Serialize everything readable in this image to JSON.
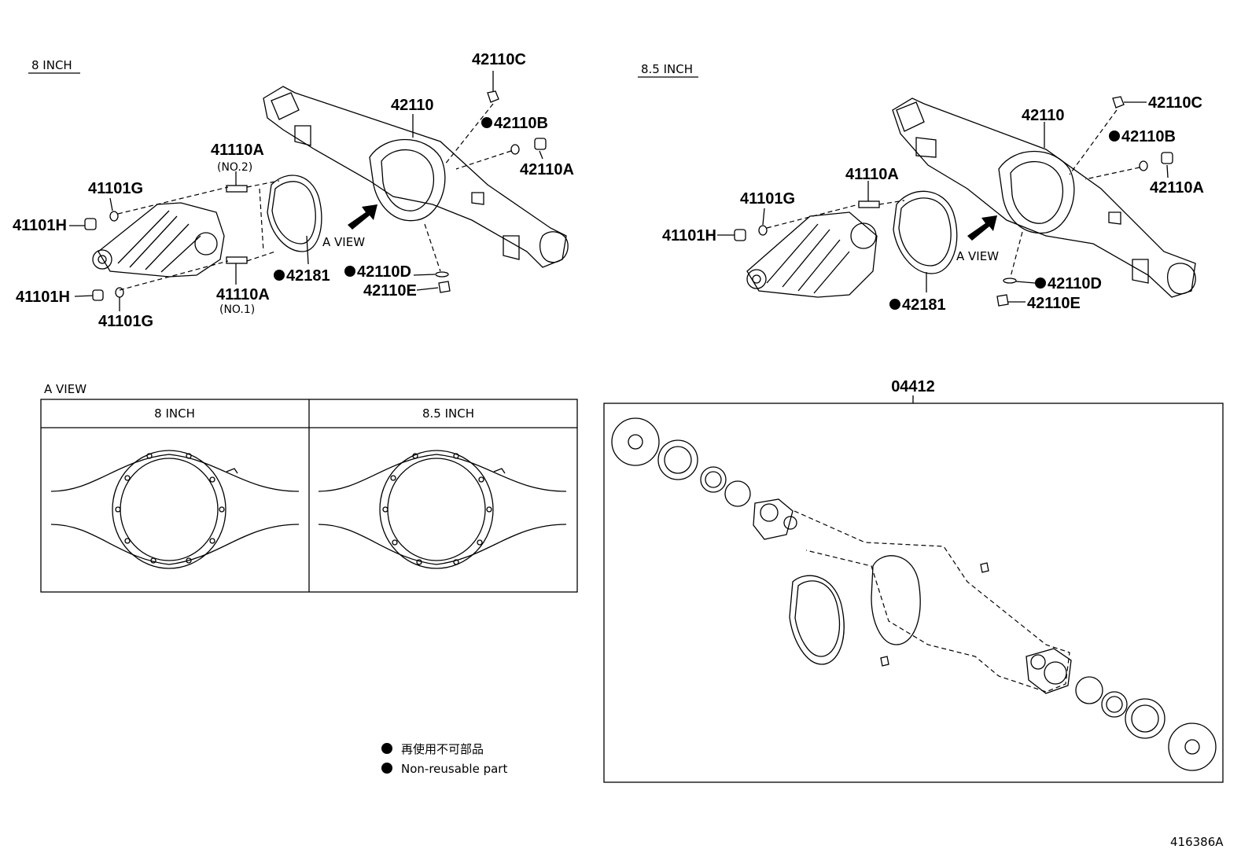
{
  "sections": {
    "left_title": "8 INCH",
    "right_title": "8.5 INCH",
    "a_view_title": "A VIEW",
    "a_view_arrow_left": "A VIEW",
    "a_view_arrow_right": "A VIEW",
    "kit_number": "04412"
  },
  "a_view_table": {
    "col1": "8 INCH",
    "col2": "8.5 INCH"
  },
  "left_labels": {
    "p42110C": "42110C",
    "p42110": "42110",
    "p42110B": "42110B",
    "p42110A": "42110A",
    "p41110A_top": "41110A",
    "p41110A_top_note": "(NO.2)",
    "p41101G_top": "41101G",
    "p41101H_top": "41101H",
    "p42181": "42181",
    "p42110D": "42110D",
    "p42110E": "42110E",
    "p41110A_bot": "41110A",
    "p41110A_bot_note": "(NO.1)",
    "p41101H_bot": "41101H",
    "p41101G_bot": "41101G"
  },
  "right_labels": {
    "p42110C": "42110C",
    "p42110": "42110",
    "p42110B": "42110B",
    "p42110A": "42110A",
    "p41110A": "41110A",
    "p41101G": "41101G",
    "p41101H": "41101H",
    "p42181": "42181",
    "p42110D": "42110D",
    "p42110E": "42110E"
  },
  "legend": {
    "line1": "再使用不可部品",
    "line2": "Non-reusable part"
  },
  "figure_id": "416386A"
}
